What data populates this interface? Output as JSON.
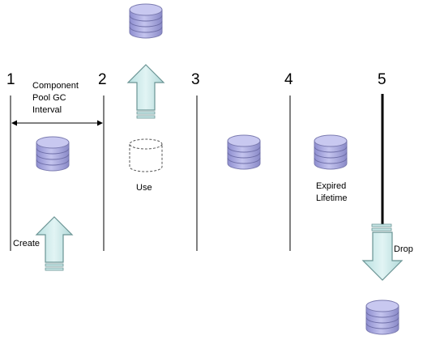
{
  "stages": [
    {
      "number": "1"
    },
    {
      "number": "2"
    },
    {
      "number": "3"
    },
    {
      "number": "4"
    },
    {
      "number": "5"
    }
  ],
  "labels": {
    "gc_interval": [
      "Component",
      "Pool  GC",
      "Interval"
    ],
    "use": "Use",
    "expired": [
      "Expired",
      "Lifetime"
    ],
    "create": "Create",
    "drop": "Drop"
  },
  "colors": {
    "db_fill": "#a9a9e0",
    "db_stroke": "#7777aa",
    "arrow_fill": "#c9e8e8",
    "arrow_stroke": "#6a9494",
    "line": "#000000",
    "empty_db_stroke": "#555555"
  }
}
